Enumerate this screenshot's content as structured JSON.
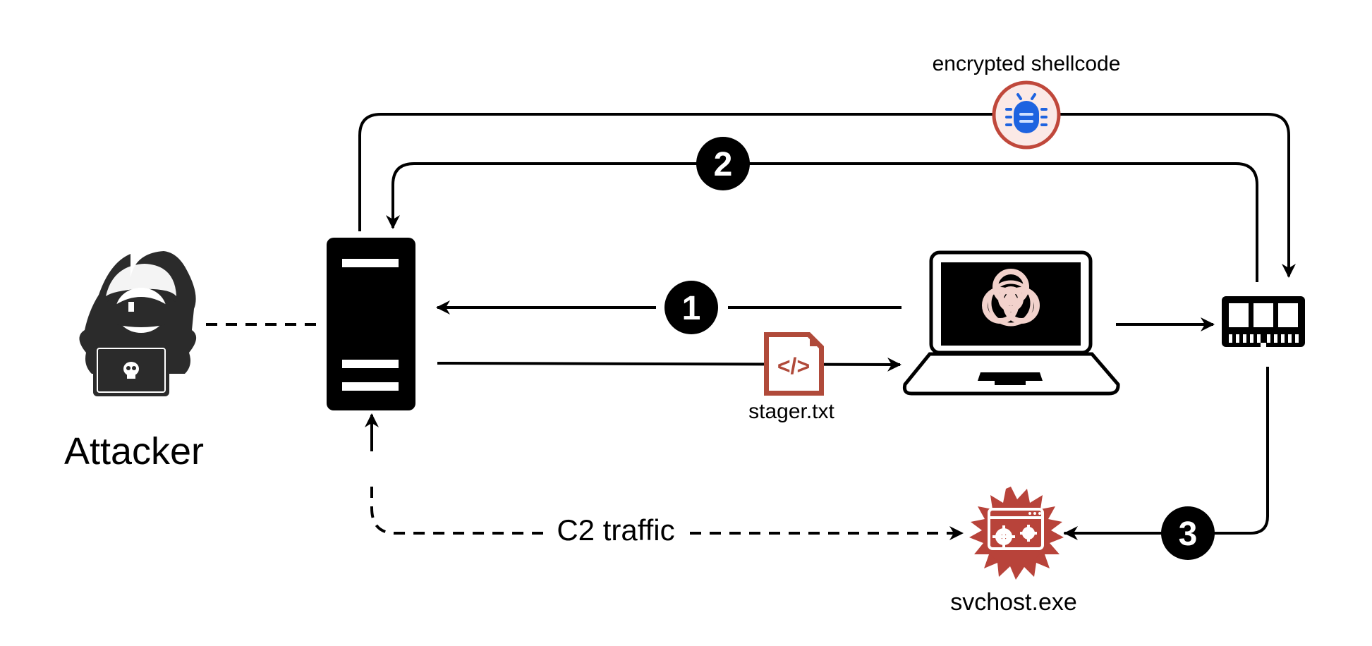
{
  "labels": {
    "attacker": "Attacker",
    "encrypted_shellcode": "encrypted shellcode",
    "stager_file": "stager.txt",
    "c2_traffic": "C2 traffic",
    "process": "svchost.exe"
  },
  "steps": {
    "one": "1",
    "two": "2",
    "three": "3"
  },
  "colors": {
    "line": "#000000",
    "file_accent": "#b04a3a",
    "bug_ring": "#c0483b",
    "bug_fill": "#fbe9e6",
    "bug_icon": "#1e63e0",
    "biohazard": "#f2d2cc"
  },
  "icons": {
    "attacker": "hooded-hacker-icon",
    "server": "server-icon",
    "laptop": "infected-laptop-icon",
    "memory": "ram-module-icon",
    "shellcode": "bug-icon",
    "stager": "code-file-icon",
    "process": "malware-process-icon"
  }
}
